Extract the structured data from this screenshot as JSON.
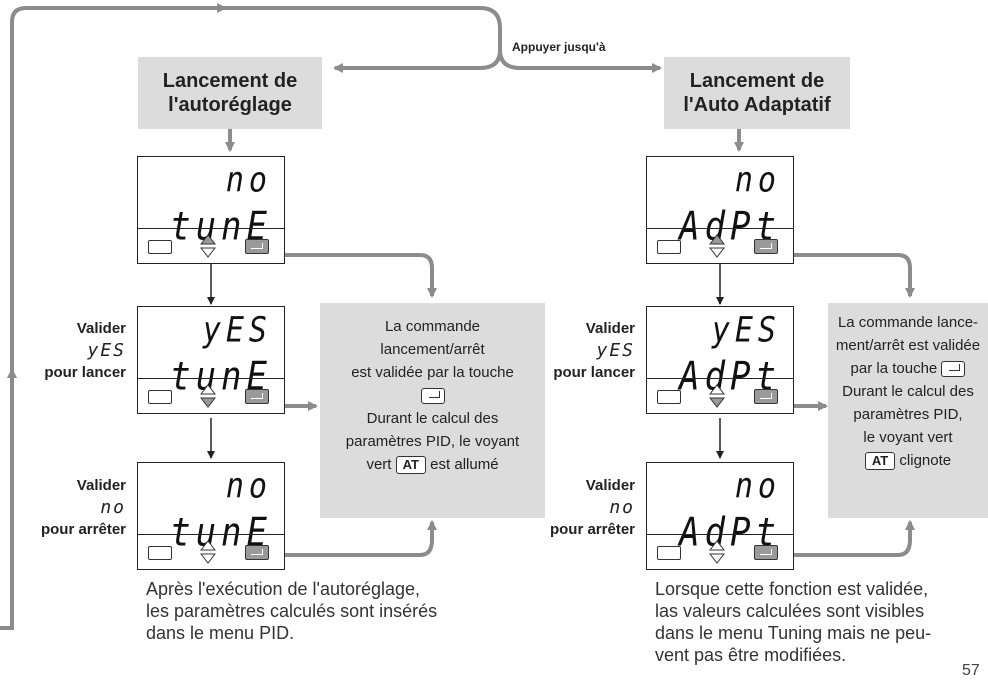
{
  "top_label": "Appuyer jusqu'à",
  "left": {
    "header": [
      "Lancement de",
      "l'autoréglage"
    ],
    "lcd": [
      {
        "line1": "no",
        "line2": "tunE"
      },
      {
        "line1": "yES",
        "line2": "tunE"
      },
      {
        "line1": "no",
        "line2": "tunE"
      }
    ],
    "labels": {
      "validate_yes": {
        "top": "Valider",
        "seg": "yES",
        "bottom": "pour lancer"
      },
      "validate_no": {
        "top": "Valider",
        "seg": "no",
        "bottom": "pour arrêter"
      }
    },
    "info": {
      "line1": "La commande",
      "line2": "lancement/arrêt",
      "line3": "est validée par la touche",
      "line4": "Durant le calcul des",
      "line5": "paramètres PID, le voyant",
      "line6_pre": "vert",
      "key_at": "AT",
      "line6_post": "est allumé"
    },
    "caption": [
      "Après l'exécution de l'autoréglage,",
      "les paramètres calculés sont insérés",
      "dans le menu PID."
    ]
  },
  "right": {
    "header": [
      "Lancement de",
      "l'Auto Adaptatif"
    ],
    "lcd": [
      {
        "line1": "no",
        "line2": "AdPt"
      },
      {
        "line1": "yES",
        "line2": "AdPt"
      },
      {
        "line1": "no",
        "line2": "AdPt"
      }
    ],
    "labels": {
      "validate_yes": {
        "top": "Valider",
        "seg": "yES",
        "bottom": "pour lancer"
      },
      "validate_no": {
        "top": "Valider",
        "seg": "no",
        "bottom": "pour arrêter"
      }
    },
    "info": {
      "line1": "La commande lance-",
      "line2": "ment/arrêt est validée",
      "line3": "par la touche",
      "line4": "Durant le calcul des",
      "line5": "paramètres PID,",
      "line6": "le voyant vert",
      "key_at": "AT",
      "line7_post": "clignote"
    },
    "caption": [
      "Lorsque cette fonction est validée,",
      "las valeurs calculées sont visibles",
      "dans le menu Tuning mais ne peu-",
      "vent pas être modifiées."
    ]
  },
  "page_number": "57",
  "colors": {
    "connector": "#8c8c8c",
    "panel": "#dcdcdc",
    "lcd_border": "#222222"
  }
}
